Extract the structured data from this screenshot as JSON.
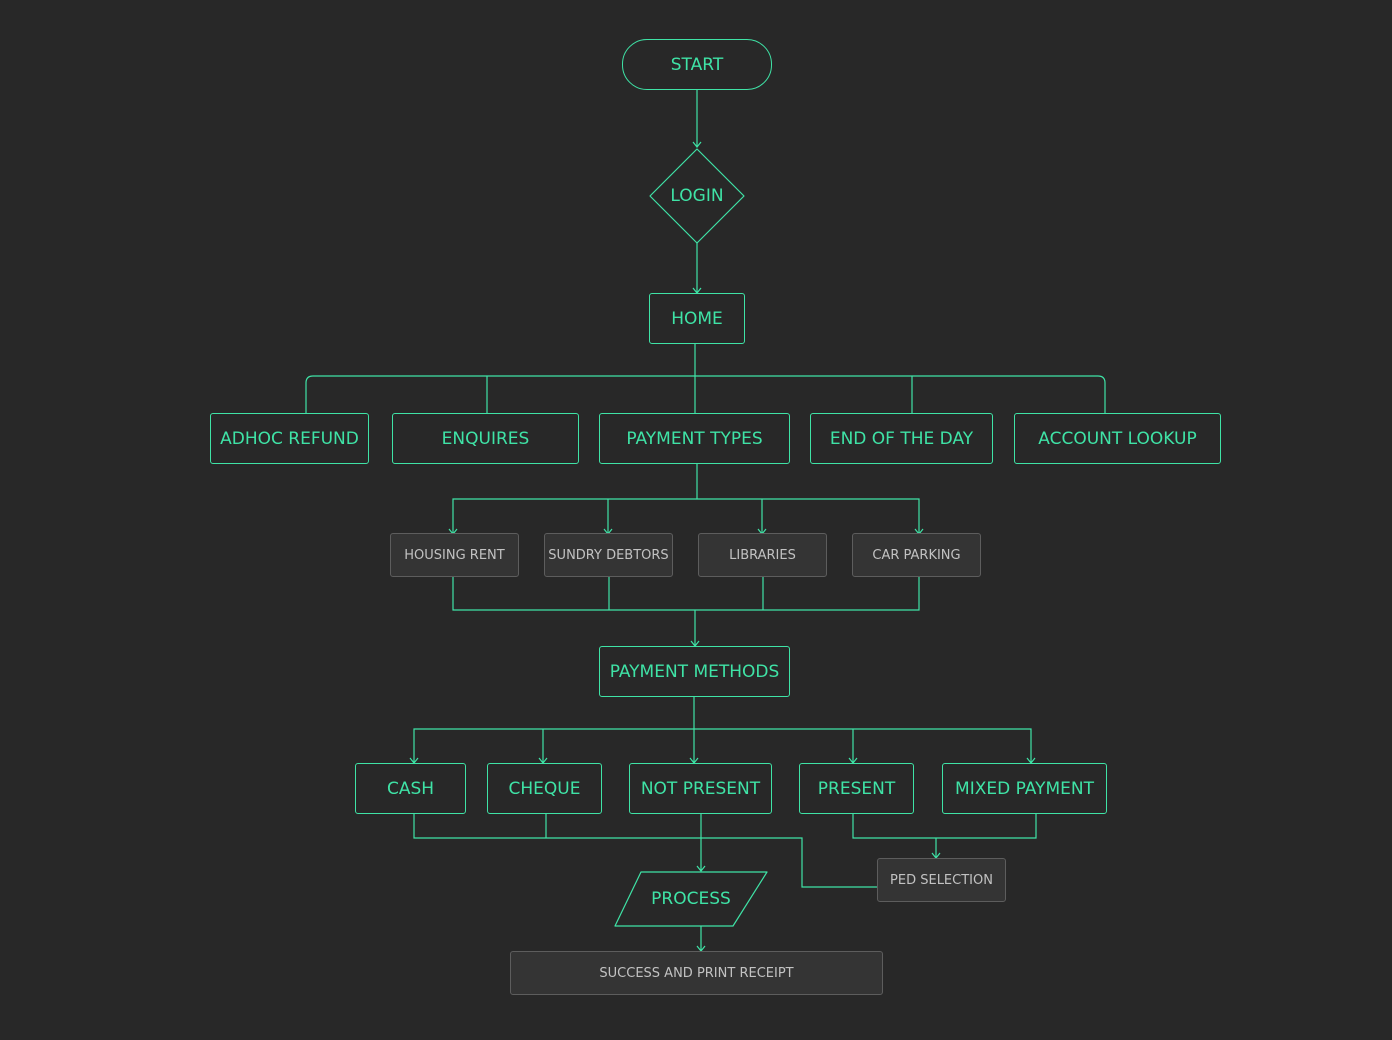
{
  "flow": {
    "start": "START",
    "login": "LOGIN",
    "home": "HOME",
    "home_branches": [
      "ADHOC REFUND",
      "ENQUIRES",
      "PAYMENT TYPES",
      "END OF THE DAY",
      "ACCOUNT LOOKUP"
    ],
    "payment_types": [
      "HOUSING RENT",
      "SUNDRY DEBTORS",
      "LIBRARIES",
      "CAR PARKING"
    ],
    "payment_methods_title": "PAYMENT METHODS",
    "payment_methods": [
      "CASH",
      "CHEQUE",
      "NOT PRESENT",
      "PRESENT",
      "MIXED PAYMENT"
    ],
    "ped_selection": "PED SELECTION",
    "process": "PROCESS",
    "success": "SUCCESS AND PRINT RECEIPT"
  },
  "colors": {
    "background": "#282828",
    "accent": "#3fe3a6",
    "secondary_fill": "#343434",
    "secondary_border": "#5d5d5d",
    "secondary_text": "#c2c2c2"
  }
}
